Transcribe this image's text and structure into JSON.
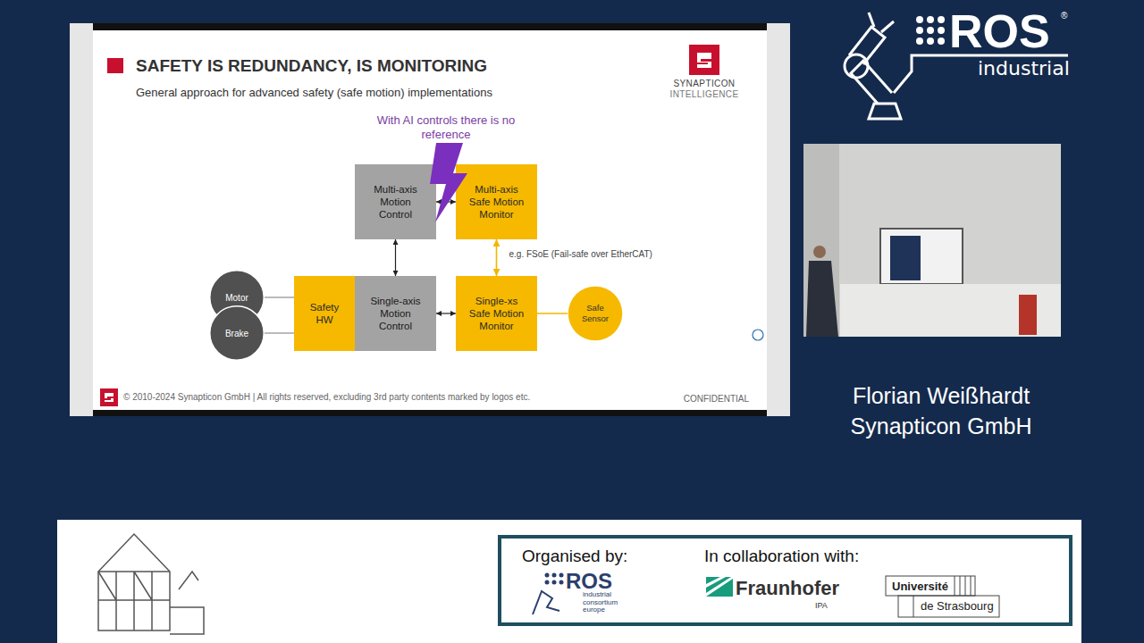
{
  "diagram": {
    "title": "SAFETY IS REDUNDANCY, IS MONITORING",
    "nodes": [
      {
        "text": [
          "Multi-axis Motion Control"
        ]
      },
      {
        "text": [
          "Multi-axis Safe Motion Monitor"
        ]
      },
      {
        "text": [
          "Motor"
        ]
      },
      {
        "text": [
          "Safety HW"
        ]
      },
      {
        "text": [
          "Single-axis Motion Control"
        ]
      },
      {
        "text": [
          "Single-xs Safe Motion Monitor"
        ]
      },
      {
        "text": [
          "Safe Sensor"
        ]
      },
      {
        "text": [
          "Brake"
        ]
      },
      {
        "text": [
          "Organised by:",
          "ROS",
          "industrial consortium europe",
          "In collaboration with:",
          "Fraunhofer",
          "IPA",
          "Université",
          "de Strasbourg"
        ]
      }
    ],
    "edges": [
      {
        "from": 0,
        "to": 1,
        "arrow": "both"
      },
      {
        "from": 0,
        "to": 4,
        "arrow": "both"
      },
      {
        "from": 1,
        "to": 5,
        "label": "e.g. FSoE (Fail-safe over EtherCAT)",
        "arrow": "both"
      },
      {
        "from": 4,
        "to": 5,
        "arrow": "both"
      },
      {
        "from": 2,
        "to": 3,
        "arrow": "none"
      },
      {
        "from": 7,
        "to": 3,
        "arrow": "none"
      },
      {
        "from": 5,
        "to": 6,
        "arrow": "none"
      }
    ],
    "labels": [
      "General approach for advanced safety (safe motion) implementations",
      "SYNAPTICON",
      "INTELLIGENCE",
      "With AI controls there is no reference",
      "© 2010-2024 Synapticon GmbH | All rights reserved, excluding 3rd party contents marked by logos etc.",
      "CONFIDENTIAL",
      "ROS",
      "®",
      "industrial",
      "Florian Weißhardt",
      "Synapticon GmbH"
    ]
  }
}
